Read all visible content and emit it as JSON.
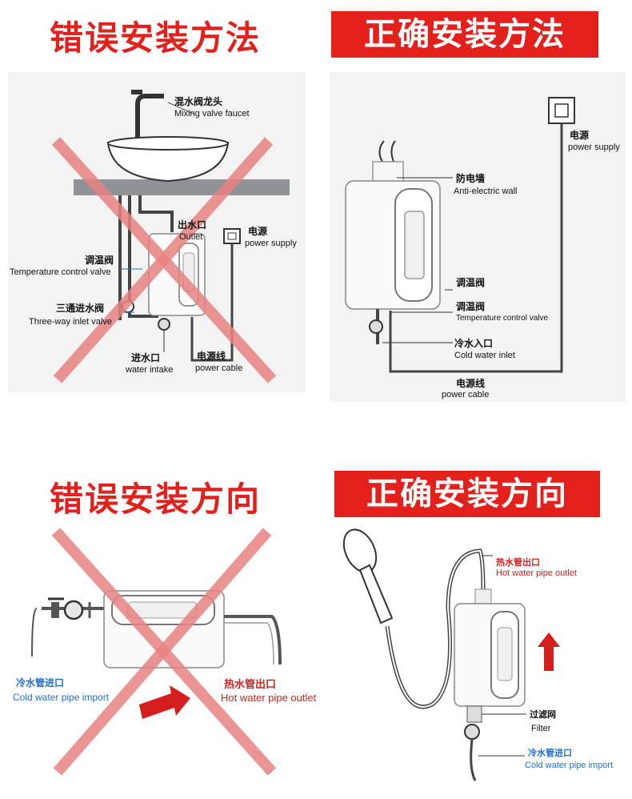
{
  "sections": {
    "wrong_method": {
      "title": "错误安装方法",
      "labels": {
        "faucet_cn": "混水阀龙头",
        "faucet_en": "Mixing valve faucet",
        "outlet_cn": "出水口",
        "outlet_en": "Outlet",
        "power_cn": "电源",
        "power_en": "power supply",
        "temp_cn": "调温阀",
        "temp_en": "Temperature control valve",
        "threeway_cn": "三通进水阀",
        "threeway_en": "Three-way inlet valve",
        "intake_cn": "进水口",
        "intake_en": "water intake",
        "cable_cn": "电源线",
        "cable_en": "power cable"
      }
    },
    "right_method": {
      "title": "正确安装方法",
      "labels": {
        "power_cn": "电源",
        "power_en": "power supply",
        "wall_cn": "防电墙",
        "wall_en": "Anti-electric wall",
        "temp1_cn": "调温阀",
        "temp2_cn": "调温阀",
        "temp_en": "Temperature control valve",
        "cold_cn": "冷水入口",
        "cold_en": "Cold water inlet",
        "cable_cn": "电源线",
        "cable_en": "power cable"
      }
    },
    "wrong_direction": {
      "title": "错误安装方向",
      "labels": {
        "cold_cn": "冷水管进口",
        "cold_en": "Cold water pipe import",
        "hot_cn": "热水管出口",
        "hot_en": "Hot water pipe outlet"
      }
    },
    "right_direction": {
      "title": "正确安装方向",
      "labels": {
        "hot_cn": "热水管出口",
        "hot_en": "Hot water pipe outlet",
        "filter_cn": "过滤网",
        "filter_en": "Filter",
        "cold_cn": "冷水管进口",
        "cold_en": "Cold water pipe import"
      }
    }
  },
  "colors": {
    "accent_red": "#e3201b",
    "label_blue": "#1f6fd1",
    "counter_gray": "#a9a9a9"
  }
}
